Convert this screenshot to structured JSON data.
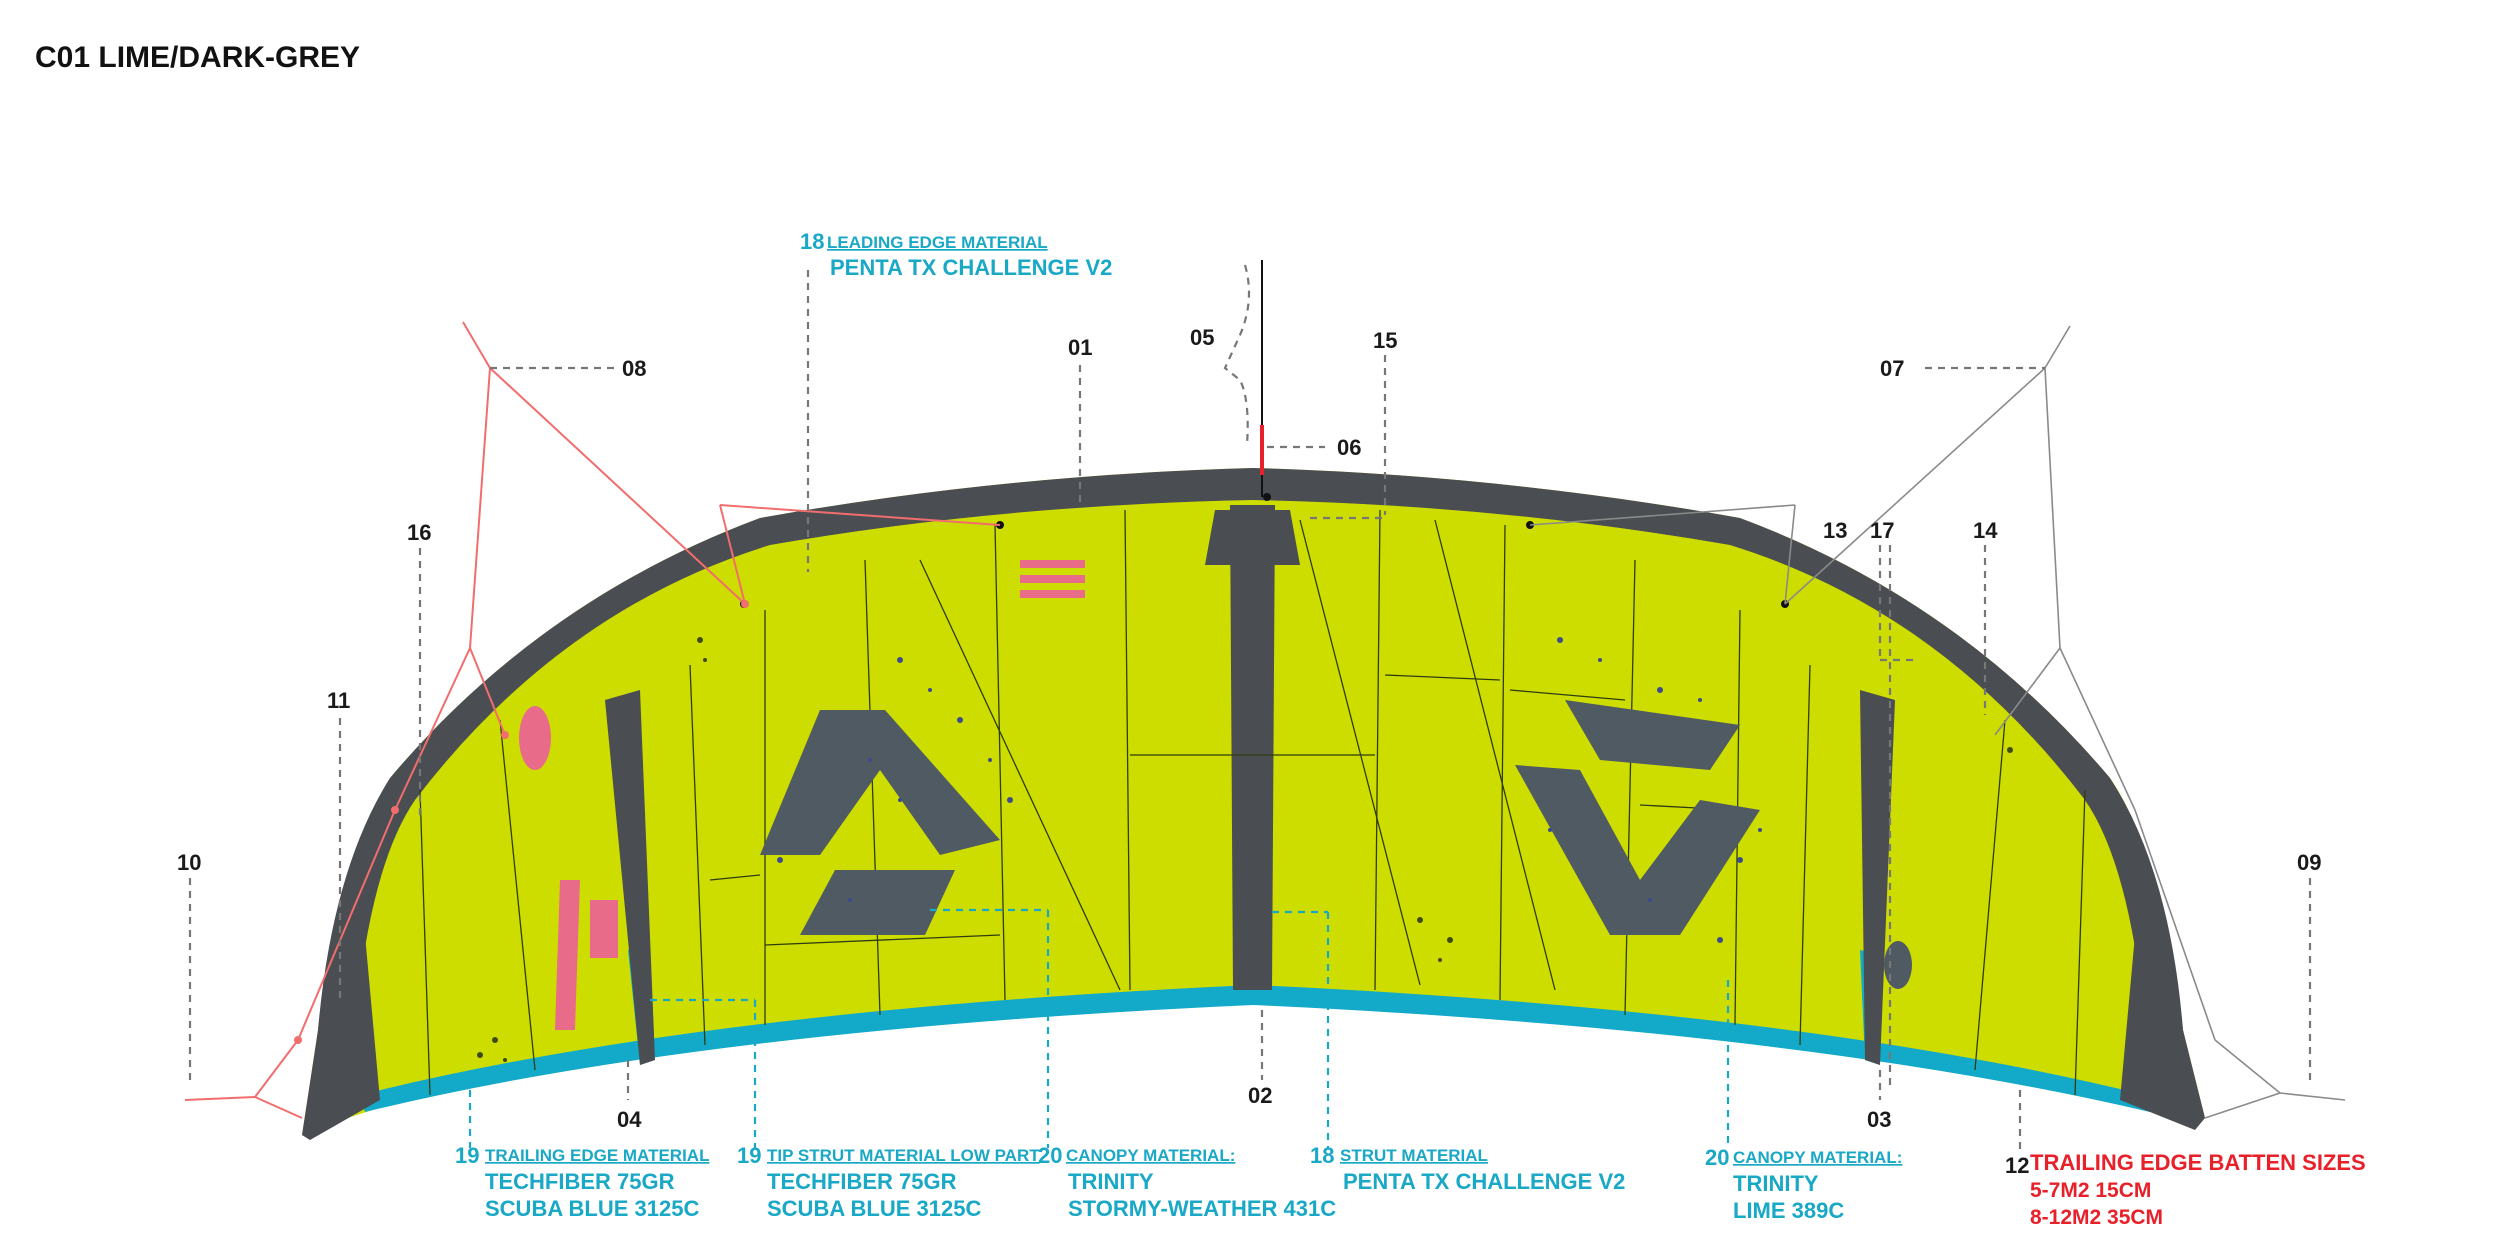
{
  "title": "C01 LIME/DARK-GREY",
  "colors": {
    "canopy_lime": "#cedd00",
    "leading_edge": "#4a4d52",
    "trailing_edge": "#13a9c9",
    "logo_grey": "#4f5a63",
    "accent_pink": "#e96b8a",
    "label_cyan": "#19a8c6",
    "label_red": "#e8202a",
    "bridle_red": "#f26d6d"
  },
  "callouts": {
    "c01": "01",
    "c02": "02",
    "c03": "03",
    "c04": "04",
    "c05": "05",
    "c06": "06",
    "c07": "07",
    "c08": "08",
    "c09": "09",
    "c10": "10",
    "c11": "11",
    "c12": "12",
    "c13": "13",
    "c14": "14",
    "c15": "15",
    "c16": "16",
    "c17": "17"
  },
  "materials": {
    "leading_edge": {
      "num": "18",
      "heading": "LEADING EDGE MATERIAL",
      "line1": "PENTA TX CHALLENGE V2"
    },
    "trailing_edge": {
      "num": "19",
      "heading": "TRAILING EDGE MATERIAL",
      "line1": "TECHFIBER 75GR",
      "line2": "SCUBA BLUE 3125C"
    },
    "tip_strut": {
      "num": "19",
      "heading": "TIP STRUT MATERIAL LOW PART",
      "line1": "TECHFIBER 75GR",
      "line2": "SCUBA BLUE 3125C"
    },
    "canopy_grey": {
      "num": "20",
      "heading": "CANOPY MATERIAL:",
      "line1": "TRINITY",
      "line2": "STORMY-WEATHER 431C"
    },
    "strut": {
      "num": "18",
      "heading": "STRUT MATERIAL",
      "line1": "PENTA TX CHALLENGE V2"
    },
    "canopy_lime": {
      "num": "20",
      "heading": "CANOPY MATERIAL:",
      "line1": "TRINITY",
      "line2": "LIME 389C"
    },
    "batten": {
      "heading": "TRAILING EDGE BATTEN SIZES",
      "line1": "5-7M2 15CM",
      "line2": "8-12M2  35CM"
    }
  }
}
